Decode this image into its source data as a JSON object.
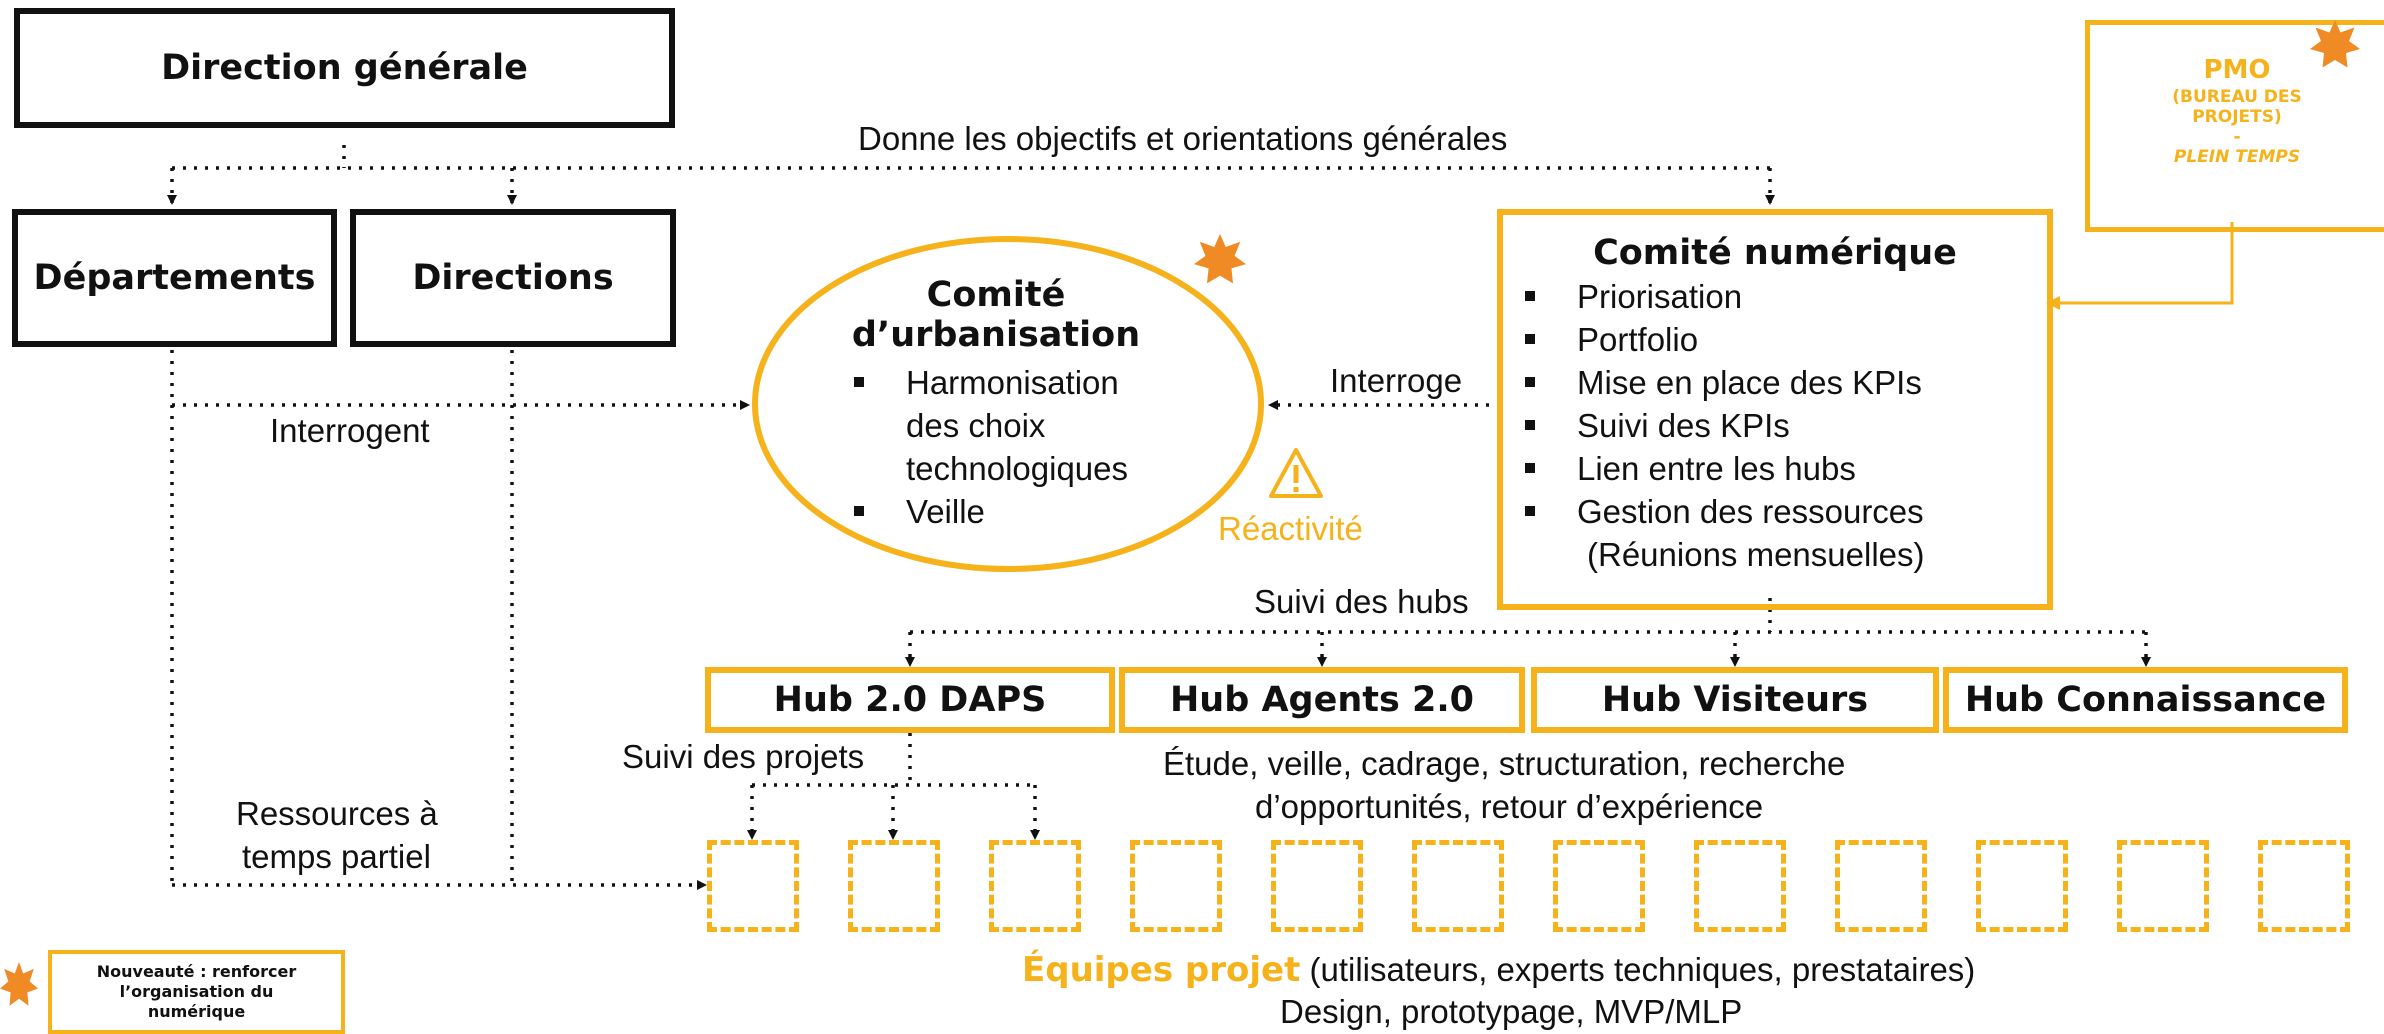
{
  "direction_generale": "Direction générale",
  "departements": "Départements",
  "directions": "Directions",
  "donne_objectifs": "Donne les objectifs et orientations générales",
  "interrogent": "Interrogent",
  "interroge": "Interroge",
  "ressources_line1": "Ressources à",
  "ressources_line2": "temps partiel",
  "comite_urbanisation": {
    "title_line1": "Comité",
    "title_line2": "d’urbanisation",
    "items": [
      "Harmonisation des choix technologiques",
      "Veille"
    ]
  },
  "reactivite": "Réactivité",
  "comite_numerique": {
    "title": "Comité numérique",
    "items": [
      "Priorisation",
      "Portfolio",
      "Mise en place des KPIs",
      "Suivi des KPIs",
      "Lien entre les hubs",
      "Gestion des ressources"
    ],
    "note": "(Réunions mensuelles)"
  },
  "pmo": {
    "title": "PMO",
    "line1": "(BUREAU DES",
    "line2": "PROJETS)",
    "dash": "-",
    "line3": "PLEIN TEMPS"
  },
  "suivi_hubs": "Suivi des hubs",
  "hubs": [
    "Hub 2.0 DAPS",
    "Hub Agents 2.0",
    "Hub Visiteurs",
    "Hub Connaissance"
  ],
  "suivi_projets": "Suivi des projets",
  "hub_activities_line1": "Étude, veille, cadrage, structuration, recherche",
  "hub_activities_line2": "d’opportunités, retour d’expérience",
  "equipes_projet": "Équipes projet",
  "equipes_details": " (utilisateurs, experts techniques, prestataires)",
  "equipes_line2": "Design, prototypage, MVP/MLP",
  "legend": {
    "line1": "Nouveauté : renforcer",
    "line2": "l’organisation du",
    "line3": "numérique"
  },
  "colors": {
    "accent": "#f5b21b",
    "star": "#f08a24",
    "dark": "#111111"
  },
  "icons": [
    "star-icon",
    "warning-icon"
  ]
}
